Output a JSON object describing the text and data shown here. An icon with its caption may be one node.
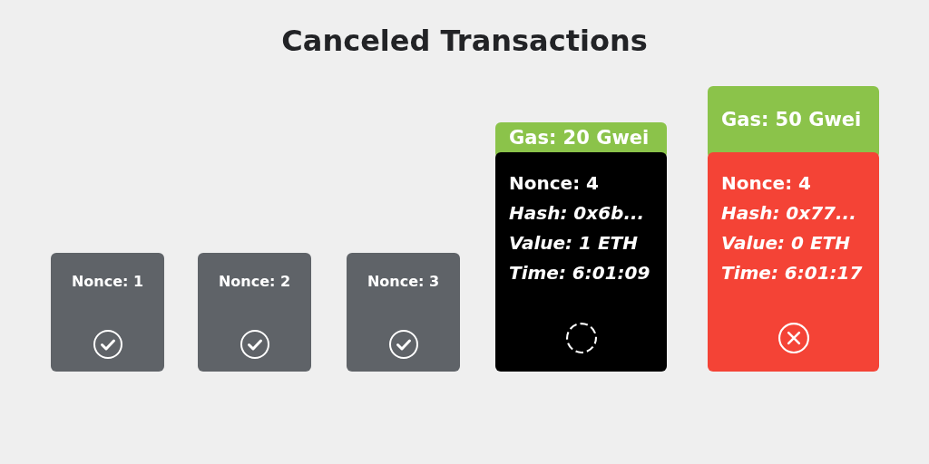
{
  "diagram": {
    "title": "Canceled Transactions",
    "nodes": [
      {
        "text": [
          "Nonce: 1"
        ]
      },
      {
        "text": [
          "Nonce: 2"
        ]
      },
      {
        "text": [
          "Nonce: 3"
        ]
      },
      {
        "text": [
          "Gas: 20 Gwei"
        ]
      },
      {
        "text": [
          "Nonce: 4",
          "Hash: 0x6b...",
          "Value: 1 ETH",
          "Time: 6:01:09"
        ]
      },
      {
        "text": [
          "Gas: 50 Gwei"
        ]
      },
      {
        "text": [
          "Nonce: 4",
          "Hash: 0x77...",
          "Value: 0 ETH",
          "Time: 6:01:17"
        ]
      }
    ]
  }
}
